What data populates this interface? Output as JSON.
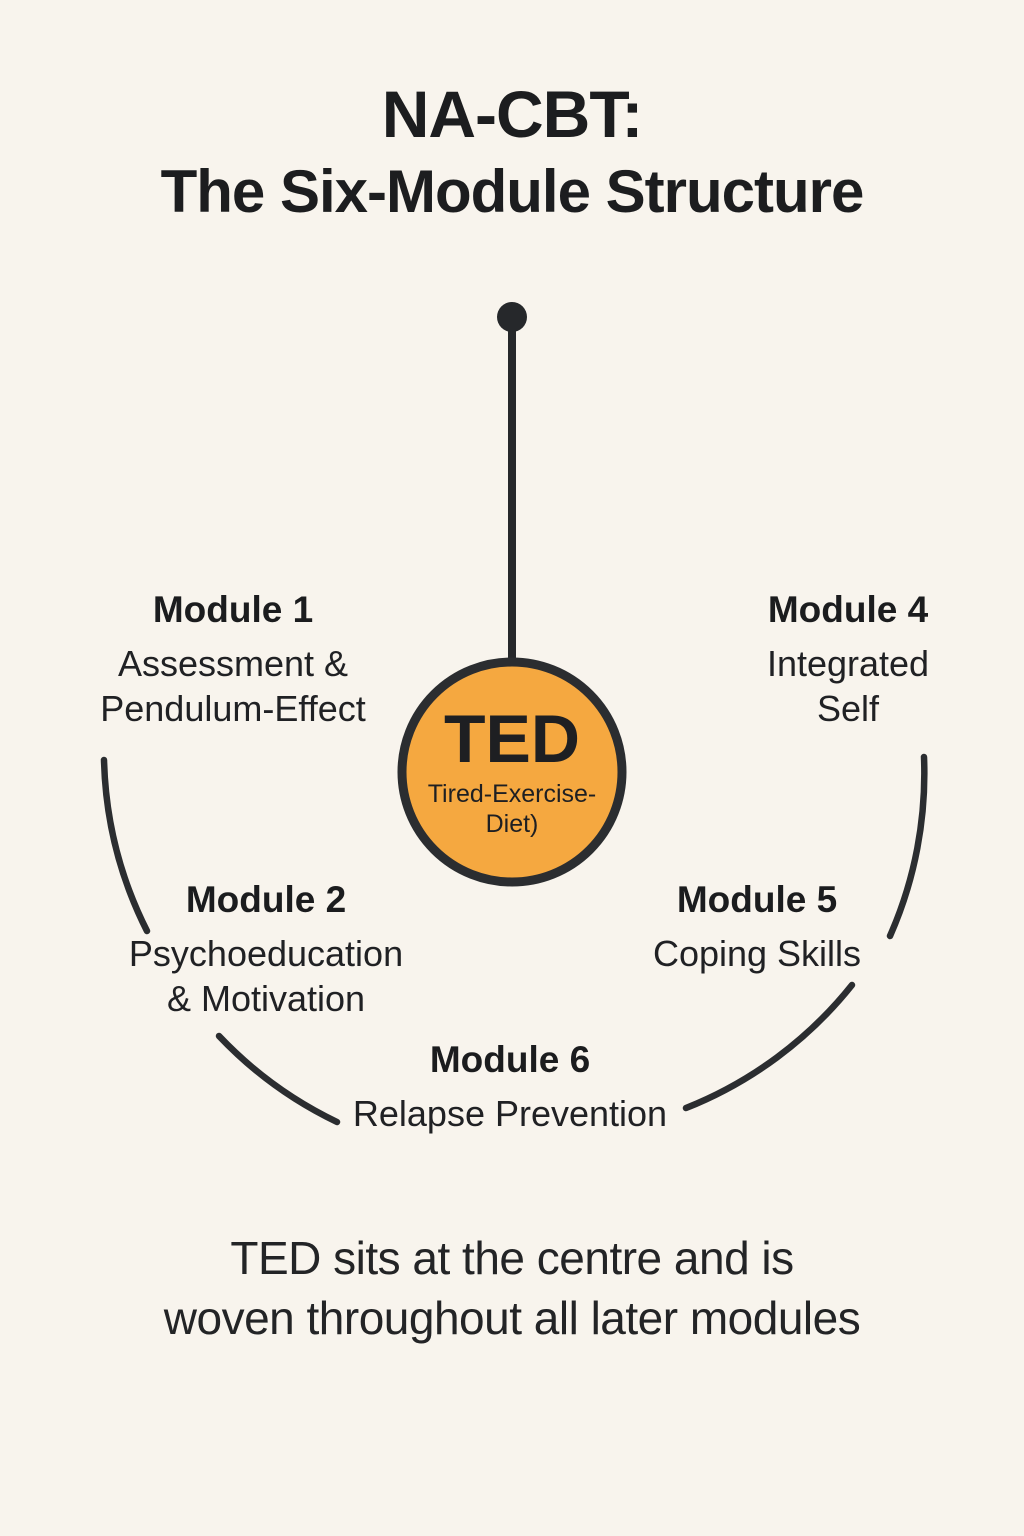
{
  "title": {
    "line1": "NA-CBT:",
    "line2": "The Six-Module Structure"
  },
  "center": {
    "acronym": "TED",
    "expansion": "Tired-Exercise-\nDiet)",
    "circle_fill": "#F5A840",
    "circle_border": "#2B2D30"
  },
  "modules": {
    "m1": {
      "label": "Module 1",
      "name": "Assessment &\nPendulum-Effect"
    },
    "m2": {
      "label": "Module 2",
      "name": "Psychoeducation\n& Motivation"
    },
    "m4": {
      "label": "Module 4",
      "name": "Integrated\nSelf"
    },
    "m5": {
      "label": "Module 5",
      "name": "Coping Skills"
    },
    "m6": {
      "label": "Module 6",
      "name": "Relapse Prevention"
    }
  },
  "caption": "TED sits at the centre and is\nwoven throughout all later modules",
  "colors": {
    "background": "#F8F4ED",
    "ink": "#1C1D1F",
    "stroke": "#2B2D30",
    "accent_orange": "#F5A840"
  }
}
